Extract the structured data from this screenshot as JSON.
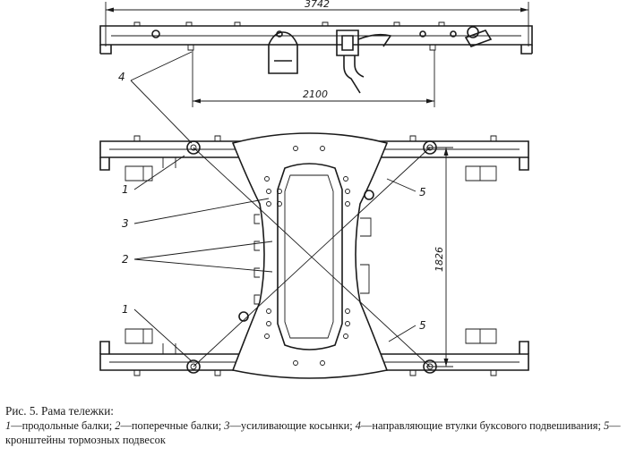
{
  "dimensions": {
    "overall_length": "3742",
    "guide_spacing": "2100",
    "frame_width": "1826"
  },
  "callouts": {
    "c1_top": "1",
    "c1_bottom": "1",
    "c2": "2",
    "c3": "3",
    "c4": "4",
    "c5_top": "5",
    "c5_bottom": "5"
  },
  "caption": {
    "title": "Рис. 5. Рама тележки:",
    "items": [
      {
        "num": "1",
        "text": "—продольные балки; "
      },
      {
        "num": "2",
        "text": "—поперечные балки; "
      },
      {
        "num": "3",
        "text": "—усиливающие косынки; "
      },
      {
        "num": "4",
        "text": "—направляющие втулки буксового подвешивания; "
      },
      {
        "num": "5",
        "text": "—кронштейны тормозных подвесок"
      }
    ]
  }
}
